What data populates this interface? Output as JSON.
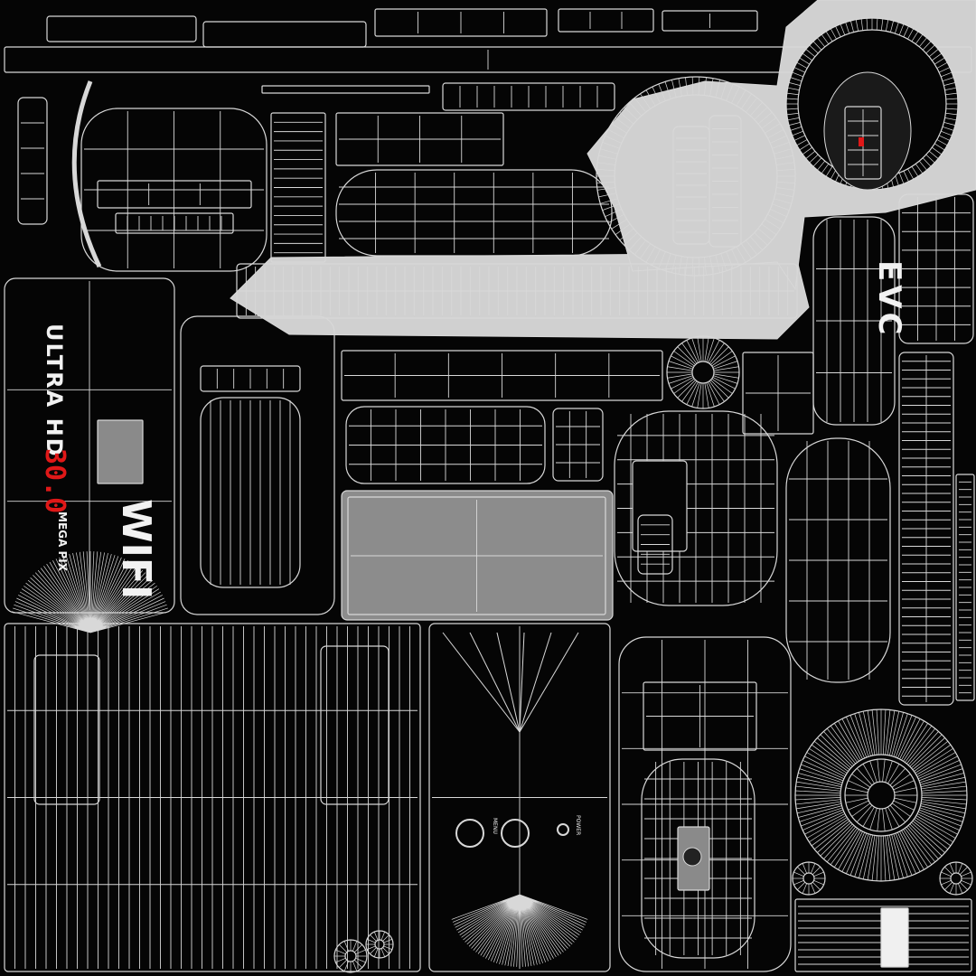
{
  "texture": {
    "background_color": "#050505",
    "wire_color": "#d8d8d8",
    "panel_gray": "#8a8a8a",
    "light_gray": "#d0d0d0",
    "accent_red": "#e01818"
  },
  "labels": {
    "ultra_hd": "ULTRA HD",
    "megapixels": "30.0",
    "mega_pix": "MEGA PIX",
    "wifi": "WIFI",
    "brand": "EVC",
    "power": "POWER",
    "menu": "MENU"
  }
}
